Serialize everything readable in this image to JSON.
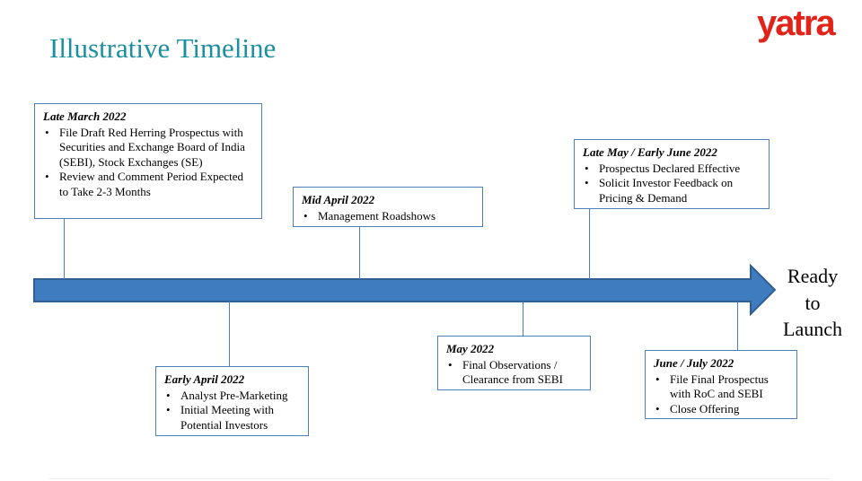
{
  "title": "Illustrative Timeline",
  "logo": "yatra",
  "arrow_end_label": [
    "Ready",
    "to",
    "Launch"
  ],
  "milestones": [
    {
      "date": "Late March 2022",
      "bullets": [
        "File Draft Red Herring Prospectus with Securities and Exchange Board of India (SEBI), Stock Exchanges (SE)",
        "Review and Comment Period Expected to Take 2-3 Months"
      ]
    },
    {
      "date": "Early April 2022",
      "bullets": [
        "Analyst Pre-Marketing",
        "Initial Meeting with Potential Investors"
      ]
    },
    {
      "date": "Mid April 2022",
      "bullets": [
        "Management Roadshows"
      ]
    },
    {
      "date": "May 2022",
      "bullets": [
        "Final Observations / Clearance from SEBI"
      ]
    },
    {
      "date": "Late May / Early June 2022",
      "bullets": [
        "Prospectus Declared Effective",
        "Solicit Investor Feedback on Pricing & Demand"
      ]
    },
    {
      "date": "June / July 2022",
      "bullets": [
        "File Final Prospectus with RoC and SEBI",
        "Close Offering"
      ]
    }
  ],
  "colors": {
    "title": "#1a8fa0",
    "logo": "#e2231a",
    "arrow_fill": "#3f7cbf",
    "arrow_stroke": "#2f5f93",
    "box_border": "#4a7fb8"
  }
}
